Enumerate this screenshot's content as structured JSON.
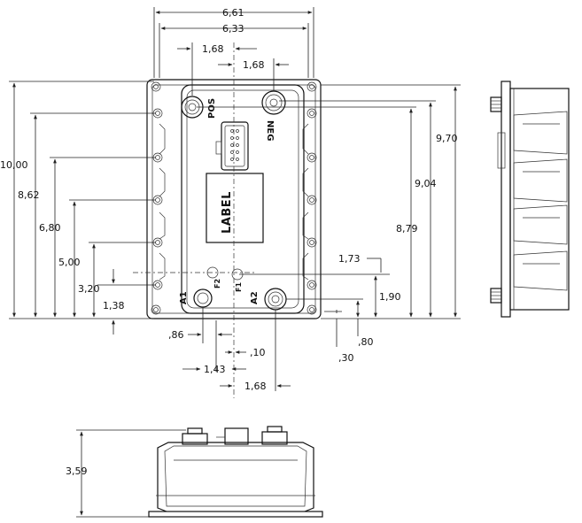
{
  "dimensions": {
    "top_width_outer": "6,61",
    "top_width_inner": "6,33",
    "top_offset_left": "1,68",
    "top_offset_right": "1,68",
    "height_total": "10,00",
    "height_8_62": "8,62",
    "height_6_80": "6,80",
    "height_5_00": "5,00",
    "height_3_20": "3,20",
    "height_1_38": "1,38",
    "right_9_70": "9,70",
    "right_9_04": "9,04",
    "right_8_79": "8,79",
    "right_1_73": "1,73",
    "right_1_90": "1,90",
    "right_80": ",80",
    "right_30": ",30",
    "bottom_86": ",86",
    "bottom_10": ",10",
    "bottom_1_43": "1,43",
    "bottom_1_68": "1,68",
    "side_height": "3,59"
  },
  "labels": {
    "pos": "POS",
    "neg": "NEG",
    "label": "LABEL",
    "a1": "A1",
    "a2": "A2",
    "f1": "F1",
    "f2": "F2"
  }
}
